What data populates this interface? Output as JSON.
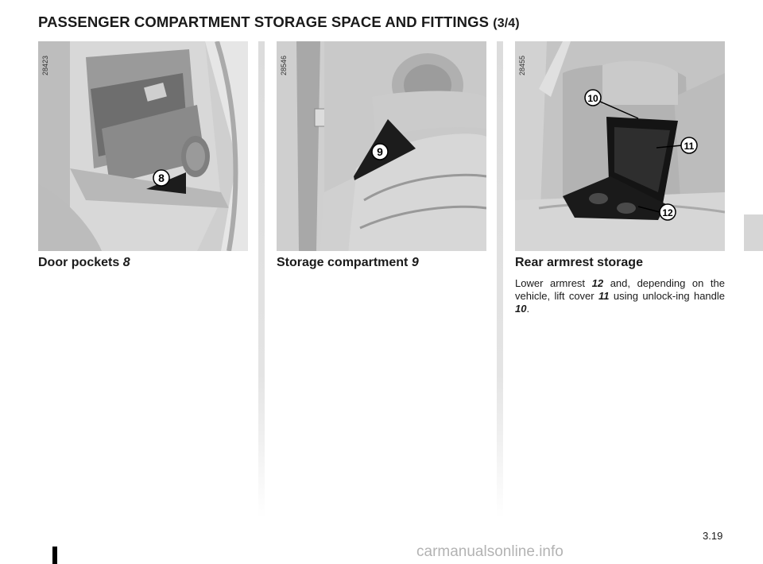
{
  "header": {
    "title": "PASSENGER COMPARTMENT STORAGE SPACE AND FITTINGS",
    "page_part": "(3/4)"
  },
  "sections": [
    {
      "ref_number": "28423",
      "heading": "Door pockets",
      "heading_number": "8",
      "callouts": [
        "8"
      ]
    },
    {
      "ref_number": "28546",
      "heading": "Storage compartment",
      "heading_number": "9",
      "callouts": [
        "9"
      ]
    },
    {
      "ref_number": "28455",
      "heading": "Rear armrest storage",
      "callouts": [
        "10",
        "11",
        "12"
      ],
      "body": {
        "t1": "Lower armrest ",
        "n1": "12",
        "t2": " and, depending on the vehicle, lift cover ",
        "n2": "11",
        "t3": " using unlock-ing handle ",
        "n3": "10",
        "t4": "."
      }
    }
  ],
  "footer": {
    "page_number": "3.19",
    "watermark": "carmanualsonline.info"
  }
}
